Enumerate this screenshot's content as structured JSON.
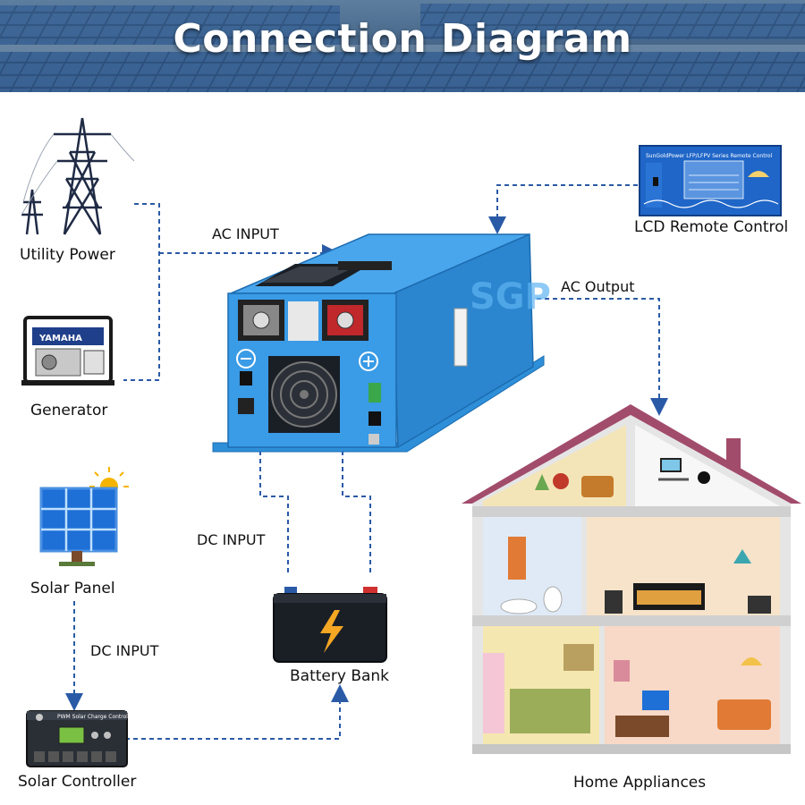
{
  "title": "Connection Diagram",
  "labels": {
    "utility_power": "Utility Power",
    "generator": "Generator",
    "solar_panel": "Solar Panel",
    "solar_controller": "Solar Controller",
    "battery_bank": "Battery Bank",
    "lcd_remote": "LCD Remote Control",
    "home_appliances": "Home Appliances"
  },
  "connections": {
    "ac_input": "AC INPUT",
    "ac_output": "AC Output",
    "dc_input_battery": "DC INPUT",
    "dc_input_solar": "DC INPUT"
  },
  "colors": {
    "connector_line": "#2a5aa6",
    "inverter_body": "#2e8fd8",
    "banner_bg": "#3b5f88",
    "roof": "#a24c6c"
  },
  "icons": {
    "utility": "power-tower-icon",
    "generator": "generator-icon",
    "solar_panel": "solar-panel-icon",
    "controller": "charge-controller-icon",
    "battery": "battery-icon",
    "remote": "lcd-remote-icon",
    "house": "house-icon",
    "inverter": "inverter-icon"
  }
}
